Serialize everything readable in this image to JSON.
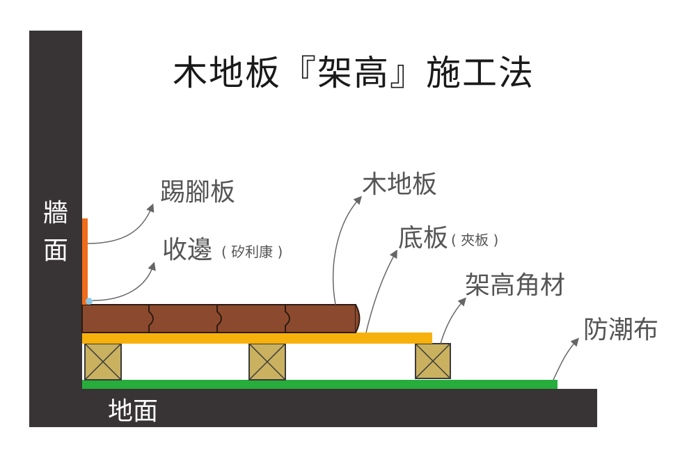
{
  "title": "木地板『架高』施工法",
  "labels": {
    "wall_line1": "牆",
    "wall_line2": "面",
    "ground": "地面",
    "skirting": "踢腳板",
    "edge_seal": "收邊",
    "edge_seal_note": "( 矽利康 )",
    "wood_floor": "木地板",
    "base_board": "底板",
    "base_board_note": "( 夾板 )",
    "joist": "架高角材",
    "moisture_barrier": "防潮布"
  },
  "colors": {
    "wall": "#383334",
    "skirting": "#ef6c1a",
    "sealant": "#8cc7e6",
    "wood": "#8b4a2e",
    "base_board": "#f7b10c",
    "joist": "#c9b160",
    "moisture_barrier": "#27ad3b",
    "arrow": "#666666"
  }
}
